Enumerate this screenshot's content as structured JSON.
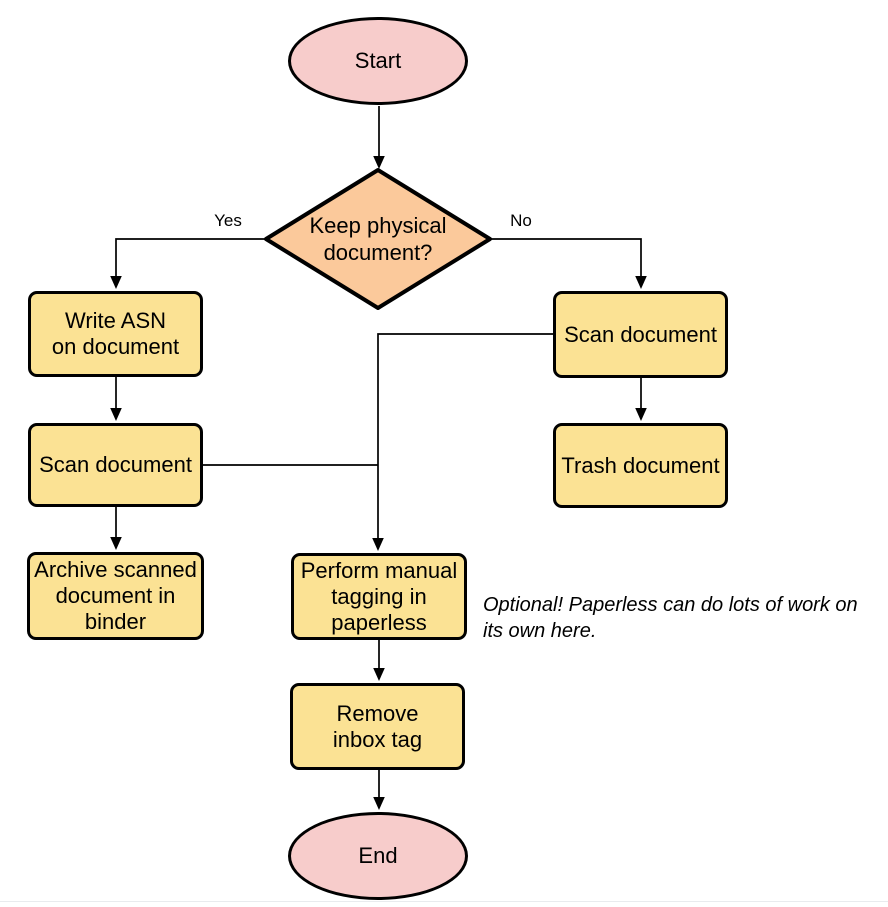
{
  "diagram_type": "flowchart",
  "colors": {
    "terminal_fill": "#F7CCCB",
    "process_fill": "#FBE294",
    "decision_fill": "#FBC99B",
    "shape_stroke": "#000000",
    "edge_stroke": "#000000",
    "text": "#000000",
    "background": "#ffffff"
  },
  "nodes": {
    "start": {
      "type": "terminal",
      "lines": [
        "Start"
      ]
    },
    "decision": {
      "type": "decision",
      "lines": [
        "Keep physical",
        "document?"
      ]
    },
    "write_asn": {
      "type": "process",
      "lines": [
        "Write ASN",
        "on document"
      ]
    },
    "scan_left": {
      "type": "process",
      "lines": [
        "Scan document"
      ]
    },
    "archive": {
      "type": "process",
      "lines": [
        "Archive scanned",
        "document in",
        "binder"
      ]
    },
    "scan_right": {
      "type": "process",
      "lines": [
        "Scan document"
      ]
    },
    "trash": {
      "type": "process",
      "lines": [
        "Trash document"
      ]
    },
    "tagging": {
      "type": "process",
      "lines": [
        "Perform manual",
        "tagging in",
        "paperless"
      ]
    },
    "remove_inbox": {
      "type": "process",
      "lines": [
        "Remove",
        "inbox tag"
      ]
    },
    "end": {
      "type": "terminal",
      "lines": [
        "End"
      ]
    }
  },
  "edges": [
    {
      "from": "start",
      "to": "decision",
      "label": ""
    },
    {
      "from": "decision",
      "to": "write_asn",
      "label": "Yes"
    },
    {
      "from": "decision",
      "to": "scan_right",
      "label": "No"
    },
    {
      "from": "write_asn",
      "to": "scan_left",
      "label": ""
    },
    {
      "from": "scan_left",
      "to": "archive",
      "label": ""
    },
    {
      "from": "scan_right",
      "to": "trash",
      "label": ""
    },
    {
      "from": "scan_right",
      "to": "tagging",
      "label": ""
    },
    {
      "from": "scan_left",
      "to": "tagging",
      "label": ""
    },
    {
      "from": "tagging",
      "to": "remove_inbox",
      "label": ""
    },
    {
      "from": "remove_inbox",
      "to": "end",
      "label": ""
    }
  ],
  "note": {
    "lines": [
      "Optional! Paperless can do lots of work on",
      "its own here."
    ]
  }
}
